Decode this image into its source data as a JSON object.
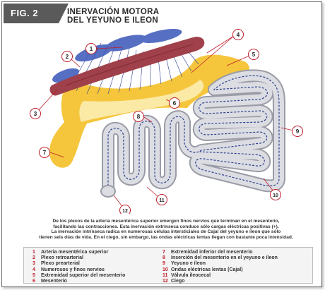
{
  "figure": {
    "badge": "FIG. 2",
    "title_line1": "INERVACIÓN MOTORA",
    "title_line2": "DEL YEYUNO E ILEON"
  },
  "callouts": [
    "1",
    "2",
    "3",
    "4",
    "5",
    "6",
    "7",
    "8",
    "9",
    "10",
    "11",
    "12"
  ],
  "caption": {
    "line1": "De los plexos de la arteria mesentérica superior emergen finos nervios que terminan en el mesenterio,",
    "line2": "facilitando las contracciones. Esta inervación extrínseca conduce sólo cargas eléctricas positivas (+).",
    "line3": "La inervación intrínseca radica en numerosas células intersticiales de Cajal del yeyuno e íleon que sólo",
    "line4": "tienen seis días de vida. En el ciego, sin embargo, las ondas eléctricas lentas llegan con bastante poca intensidad."
  },
  "legend": {
    "left": [
      {
        "num": "1",
        "text": "Arteria mesentérica superior"
      },
      {
        "num": "2",
        "text": "Plexo retroarterial"
      },
      {
        "num": "3",
        "text": "Plexo prearterial"
      },
      {
        "num": "4",
        "text": "Numerosos y finos nervios"
      },
      {
        "num": "5",
        "text": "Extremidad superior del mesenterio"
      },
      {
        "num": "6",
        "text": "Mesenterio"
      }
    ],
    "right": [
      {
        "num": "7",
        "text": "Extremidad inferior del mesenterio"
      },
      {
        "num": "8",
        "text": "Inserción del mesenterio en el yeyuno e íleon"
      },
      {
        "num": "9",
        "text": "Yeyuno e íleon"
      },
      {
        "num": "10",
        "text": "Ondas eléctricas lentas (Cajal)"
      },
      {
        "num": "11",
        "text": "Válvula ileocecal"
      },
      {
        "num": "12",
        "text": "Ciego"
      }
    ]
  },
  "colors": {
    "artery": "#a0404a",
    "mesentery": "#f5c63c",
    "mesentery_light": "#fbe9a6",
    "intestine": "#dcdde2",
    "waves": "#2b3f8f",
    "callout": "#c01c2a"
  }
}
